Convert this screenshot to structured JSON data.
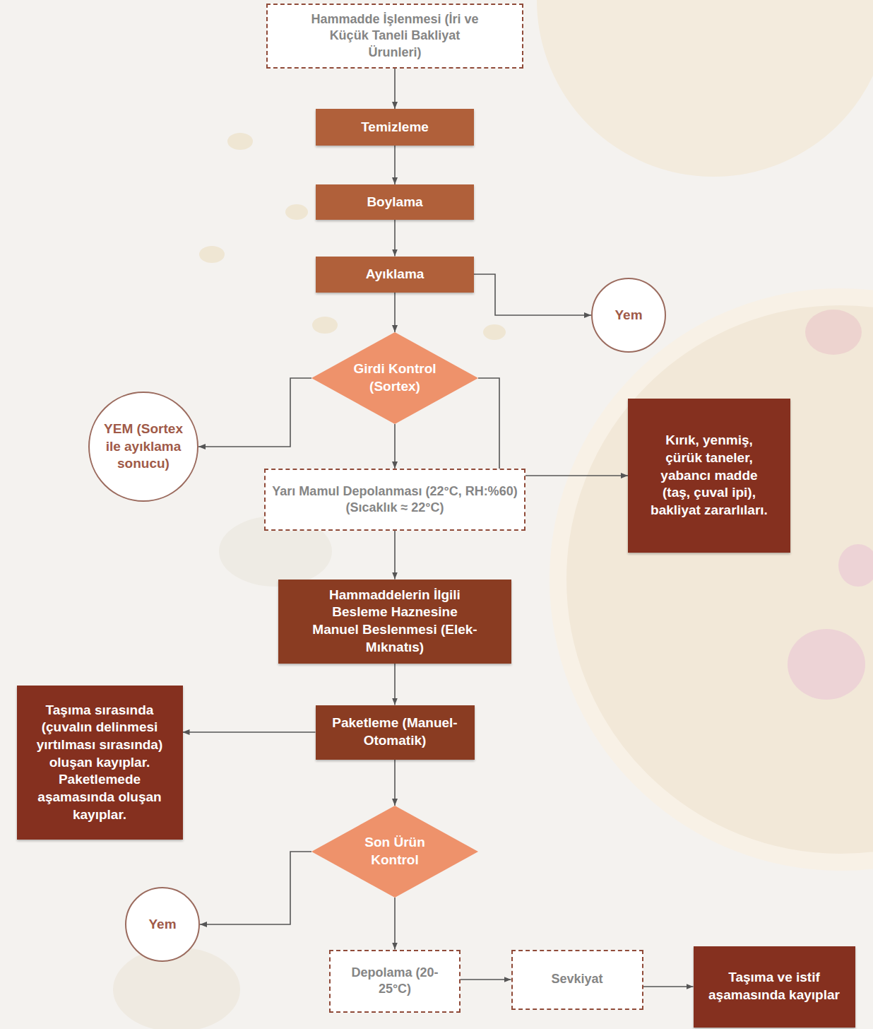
{
  "diagram": {
    "nodes": [
      {
        "text": [
          "Hammadde İşlenmesi (İri ve Küçük Taneli Bakliyat Ürunleri)"
        ]
      },
      {
        "text": [
          "Temizleme"
        ]
      },
      {
        "text": [
          "Boylama"
        ]
      },
      {
        "text": [
          "Ayıklama"
        ]
      },
      {
        "text": [
          "Yem"
        ]
      },
      {
        "text": [
          "Girdi Kontrol (Sortex)"
        ]
      },
      {
        "text": [
          "YEM (Sortex ile ayıklama sonucu)"
        ]
      },
      {
        "text": [
          "Kırık, yenmiş, çürük taneler, yabancı madde (taş, çuval ipi), bakliyat zararlıları."
        ]
      },
      {
        "text": [
          "Yarı Mamul Depolanması (22°C, RH:%60) (Sıcaklık ≈ 22°C)"
        ]
      },
      {
        "text": [
          "Hammaddelerin İlgili Besleme Haznesine Manuel Beslenmesi (Elek-Mıknatıs)"
        ]
      },
      {
        "text": [
          "Taşıma sırasında (çuvalın delinmesi yırtılması sırasında) oluşan kayıplar. Paketlemede aşamasında oluşan kayıplar."
        ]
      },
      {
        "text": [
          "Paketleme (Manuel-Otomatik)"
        ]
      },
      {
        "text": [
          "Son Ürün Kontrol"
        ]
      },
      {
        "text": [
          "Yem"
        ]
      },
      {
        "text": [
          "Depolama (20-25°C)"
        ]
      },
      {
        "text": [
          "Sevkiyat"
        ]
      },
      {
        "text": [
          "Taşıma ve istif aşamasında kayıplar"
        ]
      }
    ],
    "edges": [
      {
        "from": 0,
        "to": 1,
        "arrow": "to"
      },
      {
        "from": 1,
        "to": 2,
        "arrow": "to"
      },
      {
        "from": 2,
        "to": 3,
        "arrow": "to"
      },
      {
        "from": 3,
        "to": 5,
        "arrow": "to"
      },
      {
        "from": 3,
        "to": 4,
        "arrow": "to"
      },
      {
        "from": 5,
        "to": 8,
        "arrow": "to"
      },
      {
        "from": 5,
        "to": 6,
        "arrow": "to"
      },
      {
        "from": 5,
        "to": 7,
        "arrow": "to"
      },
      {
        "from": 8,
        "to": 9,
        "arrow": "to"
      },
      {
        "from": 9,
        "to": 11,
        "arrow": "to"
      },
      {
        "from": 11,
        "to": 10,
        "arrow": "to"
      },
      {
        "from": 11,
        "to": 12,
        "arrow": "to"
      },
      {
        "from": 12,
        "to": 14,
        "arrow": "to"
      },
      {
        "from": 12,
        "to": 13,
        "arrow": "to"
      },
      {
        "from": 14,
        "to": 15,
        "arrow": "to"
      },
      {
        "from": 15,
        "to": 16,
        "arrow": "to"
      }
    ]
  }
}
